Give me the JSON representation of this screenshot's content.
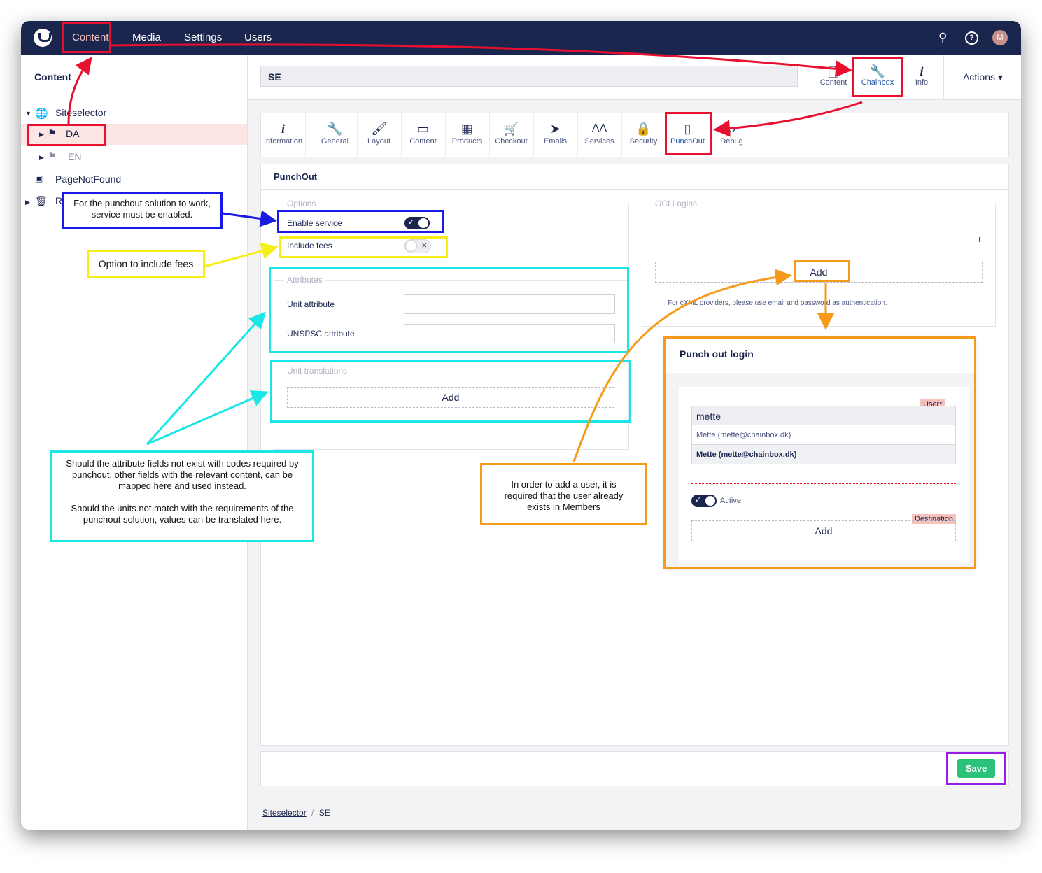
{
  "topnav": {
    "items": [
      "Content",
      "Media",
      "Settings",
      "Users"
    ],
    "active": "Content",
    "avatar_initial": "M",
    "search_icon": "search-icon",
    "help_icon": "help-icon"
  },
  "sidebar": {
    "title": "Content",
    "tree": {
      "root": "Siteselector",
      "da": "DA",
      "en": "EN",
      "pagenotfound": "PageNotFound",
      "recycle": "R"
    }
  },
  "header": {
    "name_value": "SE",
    "apps": [
      {
        "label": "Content",
        "icon": "document-icon"
      },
      {
        "label": "Chainbox",
        "icon": "wrench-icon"
      },
      {
        "label": "Info",
        "icon": "info-icon"
      }
    ],
    "actions_label": "Actions ▾"
  },
  "subtabs": [
    {
      "label": "Information",
      "icon": "i"
    },
    {
      "label": "General",
      "icon": "🔧"
    },
    {
      "label": "Layout",
      "icon": "🖌"
    },
    {
      "label": "Content",
      "icon": "▭"
    },
    {
      "label": "Products",
      "icon": "▦"
    },
    {
      "label": "Checkout",
      "icon": "🛒"
    },
    {
      "label": "Emails",
      "icon": "➤"
    },
    {
      "label": "Services",
      "icon": "⋀⋀"
    },
    {
      "label": "Security",
      "icon": "🔒"
    },
    {
      "label": "PunchOut",
      "icon": "▯"
    },
    {
      "label": "Debug",
      "icon": "‹›"
    }
  ],
  "panel": {
    "title": "PunchOut",
    "options_legend": "Options",
    "enable_service": "Enable service",
    "include_fees": "Include fees",
    "attributes_legend": "Attributes",
    "unit_attribute": "Unit attribute",
    "unspsc_attribute": "UNSPSC attribute",
    "unit_translations_legend": "Unit translations",
    "add_label": "Add",
    "oci_legend": "OCI Logins",
    "oci_add_label": "Add",
    "oci_note": "For cXML providers, please use email and password as authentication.",
    "enable_service_on": true,
    "include_fees_on": false
  },
  "footer": {
    "save_label": "Save",
    "breadcrumb_root": "Siteselector",
    "breadcrumb_sep": "/",
    "breadcrumb_current": "SE"
  },
  "dialog": {
    "title": "Punch out login",
    "user_tag": "User*",
    "user_value": "mette",
    "suggestions": [
      "Mette (mette@chainbox.dk)",
      "Mette (mette@chainbox.dk)"
    ],
    "active_label": "Active",
    "destination_tag": "Destination",
    "add_label": "Add"
  },
  "annotations": {
    "service": "For the punchout solution to work, service must be enabled.",
    "fees": "Option to include fees",
    "attributes_1": "Should the attribute fields not exist with codes required by punchout, other fields with the relevant content, can be mapped here and used instead.",
    "attributes_2": "Should the units not match with the requirements of the punchout solution, values can be translated here.",
    "user": "In order to add a user, it is required that the user already exists in Members"
  },
  "colors": {
    "nav_bg": "#1b264f",
    "save_green": "#2bc37c",
    "red": "#e8102e",
    "blue": "#1a1ae6",
    "yellow": "#f5ee1a",
    "cyan": "#1ae6e6",
    "orange": "#f59a1a",
    "purple": "#9a1ae6"
  }
}
